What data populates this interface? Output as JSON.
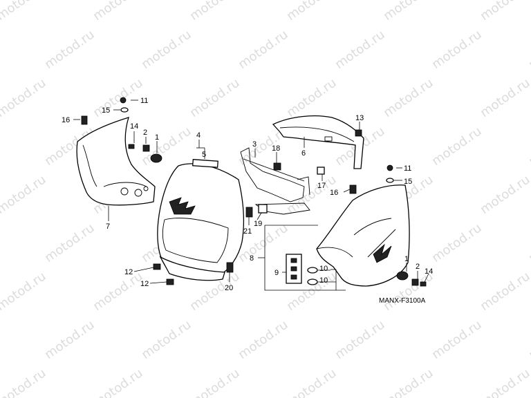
{
  "watermark": "motod.ru",
  "diagram_code": "MANX-F3100A",
  "callouts": {
    "c1a": "1",
    "c2a": "2",
    "c3": "3",
    "c4": "4",
    "c5": "5",
    "c6": "6",
    "c7": "7",
    "c8": "8",
    "c9": "9",
    "c10a": "10",
    "c10b": "10",
    "c11a": "11",
    "c11b": "11",
    "c12a": "12",
    "c12b": "12",
    "c13": "13",
    "c14a": "14",
    "c14b": "14",
    "c15a": "15",
    "c15b": "15",
    "c16a": "16",
    "c16b": "16",
    "c17": "17",
    "c18": "18",
    "c19": "19",
    "c20": "20",
    "c21": "21",
    "c1b": "1",
    "c2b": "2"
  }
}
